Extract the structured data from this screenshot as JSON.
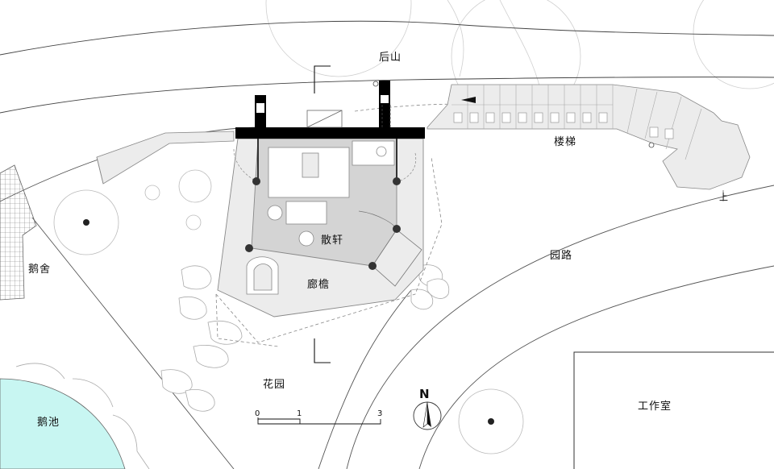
{
  "labels": {
    "back_hill": "后山",
    "stairs": "楼梯",
    "up_mark": "上",
    "pavilion": "散轩",
    "veranda": "廊檐",
    "garden_path": "园路",
    "goose_house": "鹅舍",
    "garden": "花园",
    "goose_pond": "鹅池",
    "studio": "工作室"
  },
  "north": {
    "label": "N"
  },
  "scale_bar": {
    "ticks": [
      "0",
      "1",
      "3"
    ]
  },
  "colors": {
    "line": "#555555",
    "pavilion_fill": "#ececec",
    "room_fill": "#d4d4d4",
    "wall": "#000000",
    "pond": "#c8f6f2",
    "hatch": "#888888"
  }
}
